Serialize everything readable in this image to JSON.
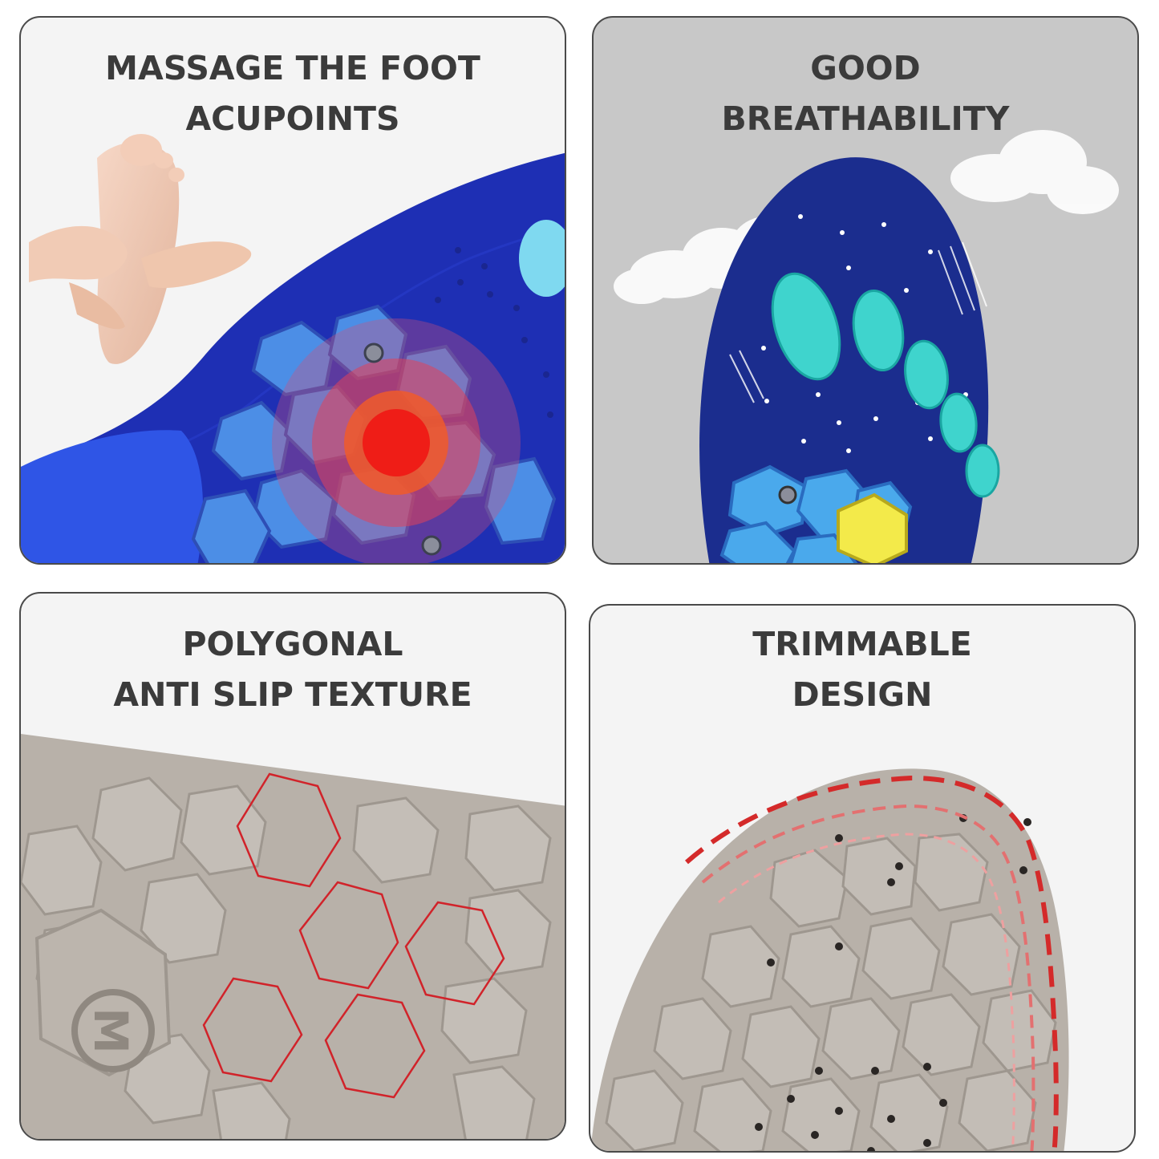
{
  "panels": [
    {
      "title_lines": [
        "MASSAGE THE FOOT",
        "ACUPOINTS"
      ]
    },
    {
      "title_lines": [
        "GOOD",
        "BREATHABILITY"
      ]
    },
    {
      "title_lines": [
        "POLYGONAL",
        "ANTI SLIP TEXTURE"
      ]
    },
    {
      "title_lines": [
        "TRIMMABLE",
        "DESIGN"
      ]
    }
  ],
  "size_badge": {
    "letter": "M"
  },
  "colors": {
    "insole_blue": "#1f2fb0",
    "insole_navy": "#1b2c8a",
    "pad_teal": "#3fd6cf",
    "pad_light_blue": "#4a9be8",
    "gel_yellow": "#f3e84a",
    "heat_red": "#e8202a",
    "hex_red": "#d1232a",
    "foam_gray": "#b9b3ab",
    "panel_gray": "#c9c9c9",
    "cut_line_red": "#d42a2a"
  }
}
